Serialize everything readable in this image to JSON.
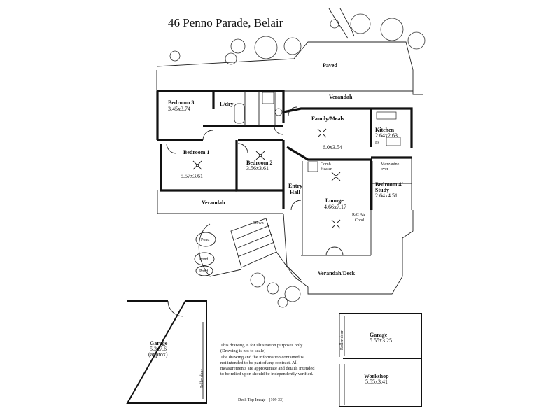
{
  "title": "46 Penno Parade,  Belair",
  "areas": {
    "paved": "Paved",
    "verandah_top": "Verandah",
    "verandah_left": "Verandah",
    "verandah_deck": "Verandah/Deck",
    "down": "Down",
    "pond1": "Pond",
    "pond2": "Pond",
    "pond3": "Pond"
  },
  "rooms": {
    "bedroom3": {
      "name": "Bedroom 3",
      "size": "3.45x3.74"
    },
    "ldry": {
      "name": "L/dry"
    },
    "family": {
      "name": "Family/Meals",
      "size": "6.0x3.54"
    },
    "kitchen": {
      "name": "Kitchen",
      "size": "2.64x2.63"
    },
    "bedroom1": {
      "name": "Bedroom 1",
      "size": "5.57x3.61"
    },
    "bedroom2": {
      "name": "Bedroom 2",
      "size": "3.56x3.61"
    },
    "entry": {
      "line1": "Entry",
      "line2": "Hall"
    },
    "lounge": {
      "name": "Lounge",
      "size": "4.66x7.17"
    },
    "bedroom4": {
      "line1": "Bedroom 4/",
      "line2": "Study",
      "size": "2.64x4.51"
    },
    "garage_left": {
      "name": "Garage",
      "size": "5.3x7.6",
      "approx": "(approx)"
    },
    "garage_right": {
      "name": "Garage",
      "size": "5.55x3.25"
    },
    "workshop": {
      "name": "Workshop",
      "size": "5.55x3.41"
    }
  },
  "annotations": {
    "fs": "Fs",
    "mezzanine1": "Mezzanine",
    "mezzanine2": "over",
    "comb1": "Comb",
    "comb2": "Heater",
    "rc1": "R/C Air",
    "rc2": "Cond",
    "rollerdoor_left": "Roller door",
    "rollerdoor_right": "Roller door"
  },
  "disclaimer": {
    "line1": "This drawing is for illustration purposes only.",
    "line2": "(Drawing is not to scale)",
    "line3": "The drawing and the information contained is",
    "line4": "not intended to be part of any contract. All",
    "line5": "measurements are approximate and details intended",
    "line6": "to be relied upon should be independently verified."
  },
  "credit": "Desk Top Image - (109 33)"
}
